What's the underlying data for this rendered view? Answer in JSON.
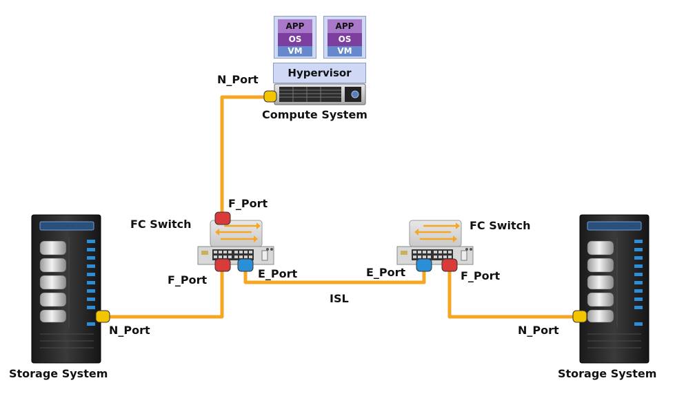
{
  "labels": {
    "app": "APP",
    "os": "OS",
    "vm": "VM",
    "hypervisor": "Hypervisor",
    "compute_system": "Compute System",
    "fc_switch": "FC Switch",
    "storage_system": "Storage System",
    "n_port": "N_Port",
    "f_port": "F_Port",
    "e_port": "E_Port",
    "isl": "ISL"
  },
  "colors": {
    "cable": "#f5a623",
    "n_port": "#f2c500",
    "f_port": "#d93a3a",
    "e_port": "#2a8fd6",
    "vm_app": "#a979c9",
    "vm_os": "#7d3f9e",
    "vm_label": "#6688cc",
    "hypervisor": "#cfd9f5"
  }
}
